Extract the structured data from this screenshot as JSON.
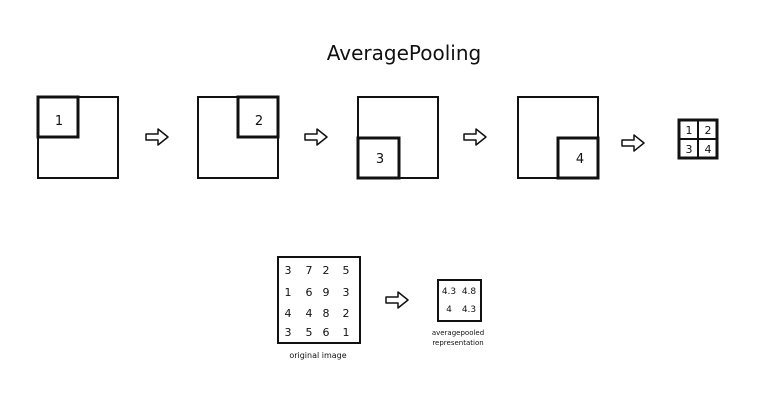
{
  "title": "AveragePooling",
  "steps": [
    {
      "label": "1"
    },
    {
      "label": "2"
    },
    {
      "label": "3"
    },
    {
      "label": "4"
    }
  ],
  "result_grid": [
    "1",
    "2",
    "3",
    "4"
  ],
  "original": {
    "matrix": [
      [
        "3",
        "7",
        "2",
        "5"
      ],
      [
        "1",
        "6",
        "9",
        "3"
      ],
      [
        "4",
        "4",
        "8",
        "2"
      ],
      [
        "3",
        "5",
        "6",
        "1"
      ]
    ],
    "caption": "original image"
  },
  "pooled": {
    "matrix": [
      [
        "4.3",
        "4.8"
      ],
      [
        "4",
        "4.3"
      ]
    ],
    "caption_line1": "averagepooled",
    "caption_line2": "representation"
  },
  "arrow_icon": "right-arrow-icon"
}
